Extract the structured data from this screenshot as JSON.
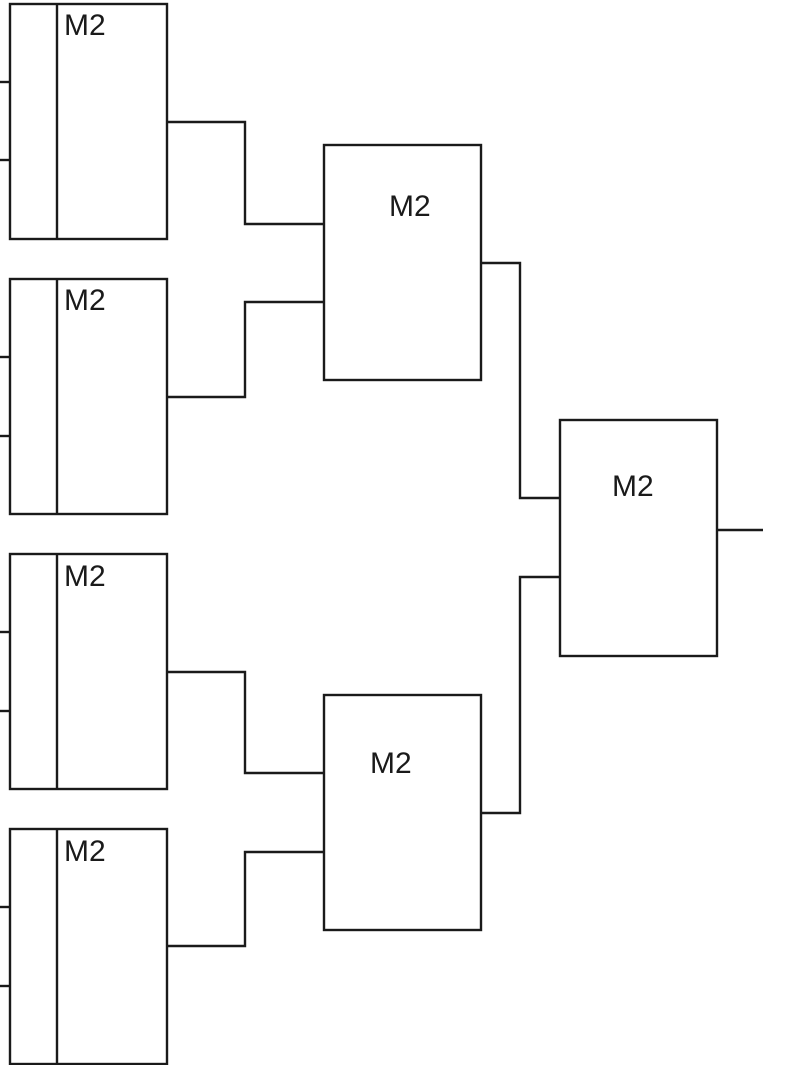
{
  "diagram": {
    "blocks": [
      {
        "id": "m2-1",
        "label": "M2"
      },
      {
        "id": "m2-2",
        "label": "M2"
      },
      {
        "id": "m2-3",
        "label": "M2"
      },
      {
        "id": "m2-4",
        "label": "M2"
      },
      {
        "id": "m2-5",
        "label": "M2"
      },
      {
        "id": "m2-6",
        "label": "M2"
      },
      {
        "id": "m2-7",
        "label": "M2"
      }
    ],
    "connections": [
      {
        "from": "m2-1",
        "to": "m2-5"
      },
      {
        "from": "m2-2",
        "to": "m2-5"
      },
      {
        "from": "m2-3",
        "to": "m2-6"
      },
      {
        "from": "m2-4",
        "to": "m2-6"
      },
      {
        "from": "m2-5",
        "to": "m2-7"
      },
      {
        "from": "m2-6",
        "to": "m2-7"
      }
    ]
  }
}
